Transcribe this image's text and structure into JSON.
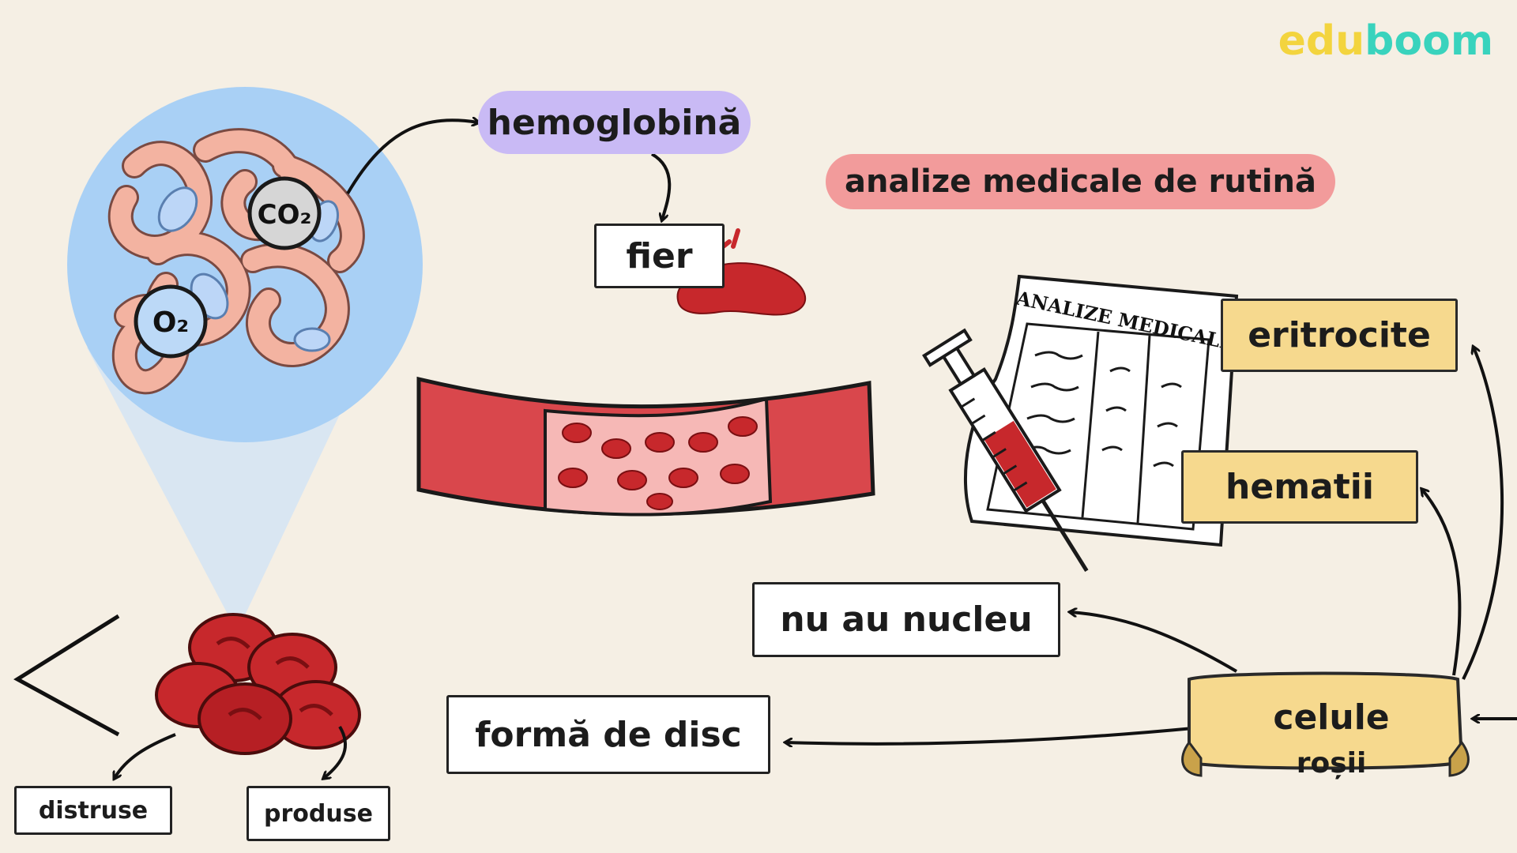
{
  "brand": {
    "part1": "edu",
    "part2": "boom"
  },
  "labels": {
    "hemoglobin": "hemoglobină",
    "iron": "fier",
    "routine_tests": "analize medicale de rutină",
    "erythrocytes": "eritrocite",
    "hematii": "hematii",
    "no_nucleus": "nu au nucleu",
    "disc_shape": "formă de disc",
    "red_cells": "celule",
    "red_cells_2": "roșii",
    "destroyed": "distruse",
    "produced": "produse"
  },
  "molecules": {
    "co2": "CO₂",
    "o2": "O₂"
  },
  "document": {
    "heading": "ANALIZE MEDICALE"
  },
  "colors": {
    "blood_red": "#c7282c",
    "vessel_red": "#d9474c",
    "bubble_blue": "#a9d0f5",
    "protein_pink": "#f3b3a1",
    "label_gold": "#f6d98e",
    "highlight_purple": "#c9baf5",
    "highlight_pink": "#f29b9b",
    "brand_yellow": "#f3d43e",
    "brand_teal": "#39d3bd"
  }
}
